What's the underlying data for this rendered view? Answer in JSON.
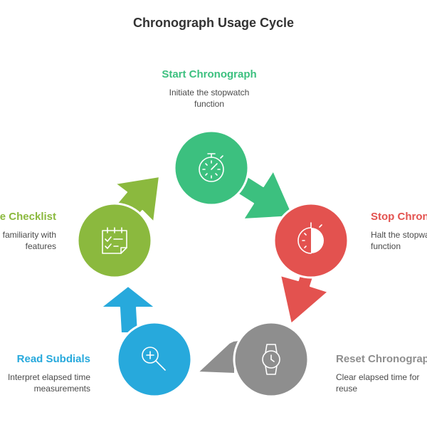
{
  "title": "Chronograph Usage Cycle",
  "colors": {
    "green": "#3cc07f",
    "red": "#e3524f",
    "gray": "#8e8e8e",
    "blue": "#27a9dc",
    "olive": "#8bb93e"
  },
  "steps": [
    {
      "title": "Start Chronograph",
      "desc_line1": "Initiate the stopwatch",
      "desc_line2": "function",
      "icon": "stopwatch-icon",
      "color": "#3cc07f"
    },
    {
      "title": "Stop Chronograph",
      "desc_line1": "Halt the stopwatch",
      "desc_line2": "function",
      "icon": "stopwatch-half-icon",
      "color": "#e3524f"
    },
    {
      "title": "Reset Chronograph",
      "desc_line1": "Clear elapsed time for",
      "desc_line2": "reuse",
      "icon": "wristwatch-icon",
      "color": "#8e8e8e"
    },
    {
      "title": "Read Subdials",
      "desc_line1": "Interpret elapsed time",
      "desc_line2": "measurements",
      "icon": "magnifier-icon",
      "color": "#27a9dc"
    },
    {
      "title": "Complete Checklist",
      "desc_line1": "Ensure familiarity with",
      "desc_line2": "features",
      "icon": "checklist-icon",
      "color": "#8bb93e"
    }
  ]
}
